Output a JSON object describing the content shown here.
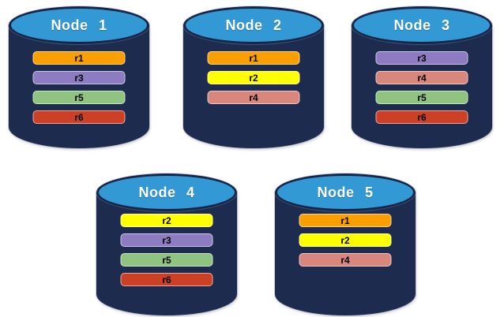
{
  "diagram": {
    "background": "#ffffff",
    "colors": {
      "cylinder_body": "#1C2B4E",
      "cylinder_top": "#3399D5",
      "cylinder_outline": "#16254A",
      "title_text": "#ffffff",
      "bar_text": "#000000",
      "replicas": {
        "r1": "#F9A000",
        "r2": "#FFFF00",
        "r3": "#8E7CC3",
        "r4": "#D9867C",
        "r5": "#8EC47F",
        "r6": "#CC4125"
      }
    },
    "nodes": [
      {
        "title": "Node 1",
        "replicas": [
          "r1",
          "r3",
          "r5",
          "r6"
        ]
      },
      {
        "title": "Node 2",
        "replicas": [
          "r1",
          "r2",
          "r4"
        ]
      },
      {
        "title": "Node 3",
        "replicas": [
          "r3",
          "r4",
          "r5",
          "r6"
        ]
      },
      {
        "title": "Node 4",
        "replicas": [
          "r2",
          "r3",
          "r5",
          "r6"
        ]
      },
      {
        "title": "Node 5",
        "replicas": [
          "r1",
          "r2",
          "r4"
        ]
      }
    ]
  }
}
